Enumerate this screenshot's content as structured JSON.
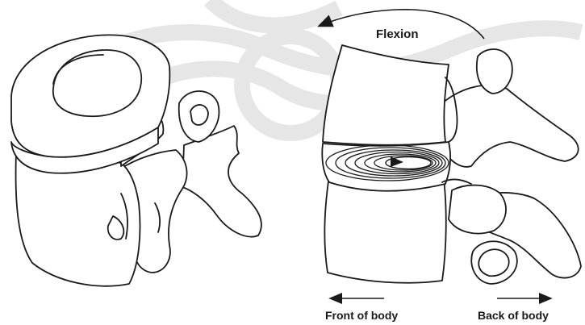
{
  "labels": {
    "flexion": "Flexion",
    "front_of_body": "Front of body",
    "back_of_body": "Back of body"
  },
  "colors": {
    "ink": "#1a1a1a",
    "watermark": "#e6e6e6",
    "background": "#ffffff"
  },
  "figures": [
    {
      "name": "isolated vertebra with disc",
      "view": "oblique"
    },
    {
      "name": "spinal motion segment",
      "state": "flexion"
    }
  ]
}
